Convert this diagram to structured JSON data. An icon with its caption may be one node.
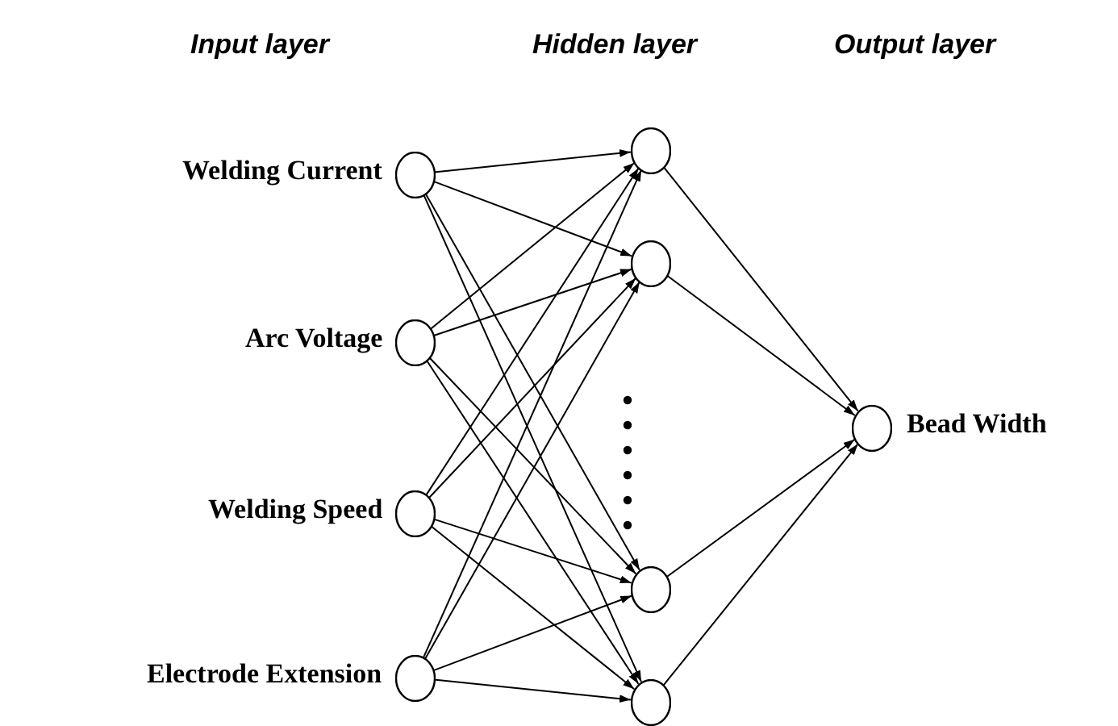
{
  "diagram": {
    "nodes": [
      {
        "text": [],
        "shape": "circle",
        "beside": [
          "Welding Current"
        ]
      },
      {
        "text": [],
        "shape": "circle",
        "beside": [
          "Arc Voltage"
        ]
      },
      {
        "text": [],
        "shape": "circle",
        "beside": [
          "Welding Speed"
        ]
      },
      {
        "text": [],
        "shape": "circle",
        "beside": [
          "Electrode Extension"
        ]
      },
      {
        "text": [],
        "shape": "circle"
      },
      {
        "text": [],
        "shape": "circle"
      },
      {
        "text": [],
        "shape": "circle"
      },
      {
        "text": [],
        "shape": "circle"
      },
      {
        "text": [],
        "shape": "circle",
        "beside": [
          "Bead Width"
        ]
      }
    ],
    "edges": [
      {
        "from": 0,
        "to": 4,
        "arrow": "to"
      },
      {
        "from": 0,
        "to": 5,
        "arrow": "to"
      },
      {
        "from": 0,
        "to": 6,
        "arrow": "to"
      },
      {
        "from": 0,
        "to": 7,
        "arrow": "to"
      },
      {
        "from": 1,
        "to": 4,
        "arrow": "to"
      },
      {
        "from": 1,
        "to": 5,
        "arrow": "to"
      },
      {
        "from": 1,
        "to": 6,
        "arrow": "to"
      },
      {
        "from": 1,
        "to": 7,
        "arrow": "to"
      },
      {
        "from": 2,
        "to": 4,
        "arrow": "to"
      },
      {
        "from": 2,
        "to": 5,
        "arrow": "to"
      },
      {
        "from": 2,
        "to": 6,
        "arrow": "to"
      },
      {
        "from": 2,
        "to": 7,
        "arrow": "to"
      },
      {
        "from": 3,
        "to": 4,
        "arrow": "to"
      },
      {
        "from": 3,
        "to": 5,
        "arrow": "to"
      },
      {
        "from": 3,
        "to": 6,
        "arrow": "to"
      },
      {
        "from": 3,
        "to": 7,
        "arrow": "to"
      },
      {
        "from": 4,
        "to": 8,
        "arrow": "to"
      },
      {
        "from": 5,
        "to": 8,
        "arrow": "to"
      },
      {
        "from": 6,
        "to": 8,
        "arrow": "to"
      },
      {
        "from": 7,
        "to": 8,
        "arrow": "to"
      }
    ],
    "labels": [
      "Input layer",
      "Hidden layer",
      "Output layer"
    ]
  }
}
